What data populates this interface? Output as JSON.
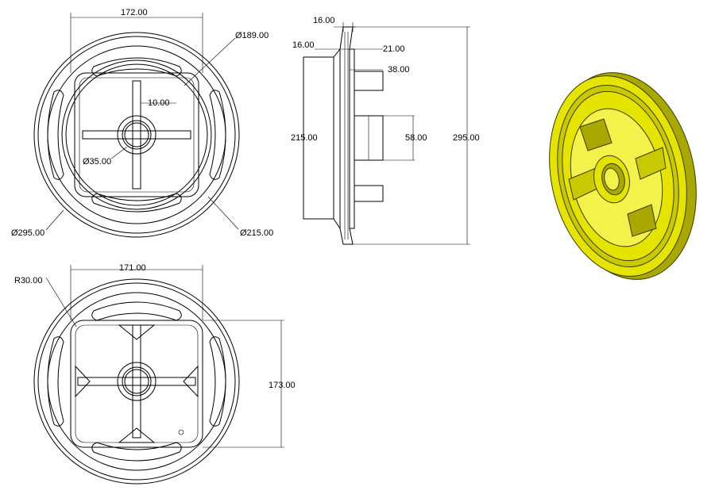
{
  "front_view": {
    "dim_width": "172.00",
    "dim_dia_189": "Ø189.00",
    "dim_rib": "10.00",
    "dim_hub": "Ø35.00",
    "dim_outer": "Ø295.00",
    "dim_dia_215": "Ø215.00"
  },
  "side_view": {
    "dim_groove_top": "16.00",
    "dim_groove_left": "16.00",
    "dim_21": "21.00",
    "dim_38": "38.00",
    "dim_215": "215.00",
    "dim_58": "58.00",
    "dim_295": "295.00"
  },
  "back_view": {
    "dim_radius": "R30.00",
    "dim_width": "171.00",
    "dim_height": "173.00"
  },
  "iso_view": {
    "colors": {
      "body": "#e4e400",
      "shadow": "#a8a800",
      "highlight": "#f2f24a",
      "outline": "#3a3a00"
    }
  }
}
